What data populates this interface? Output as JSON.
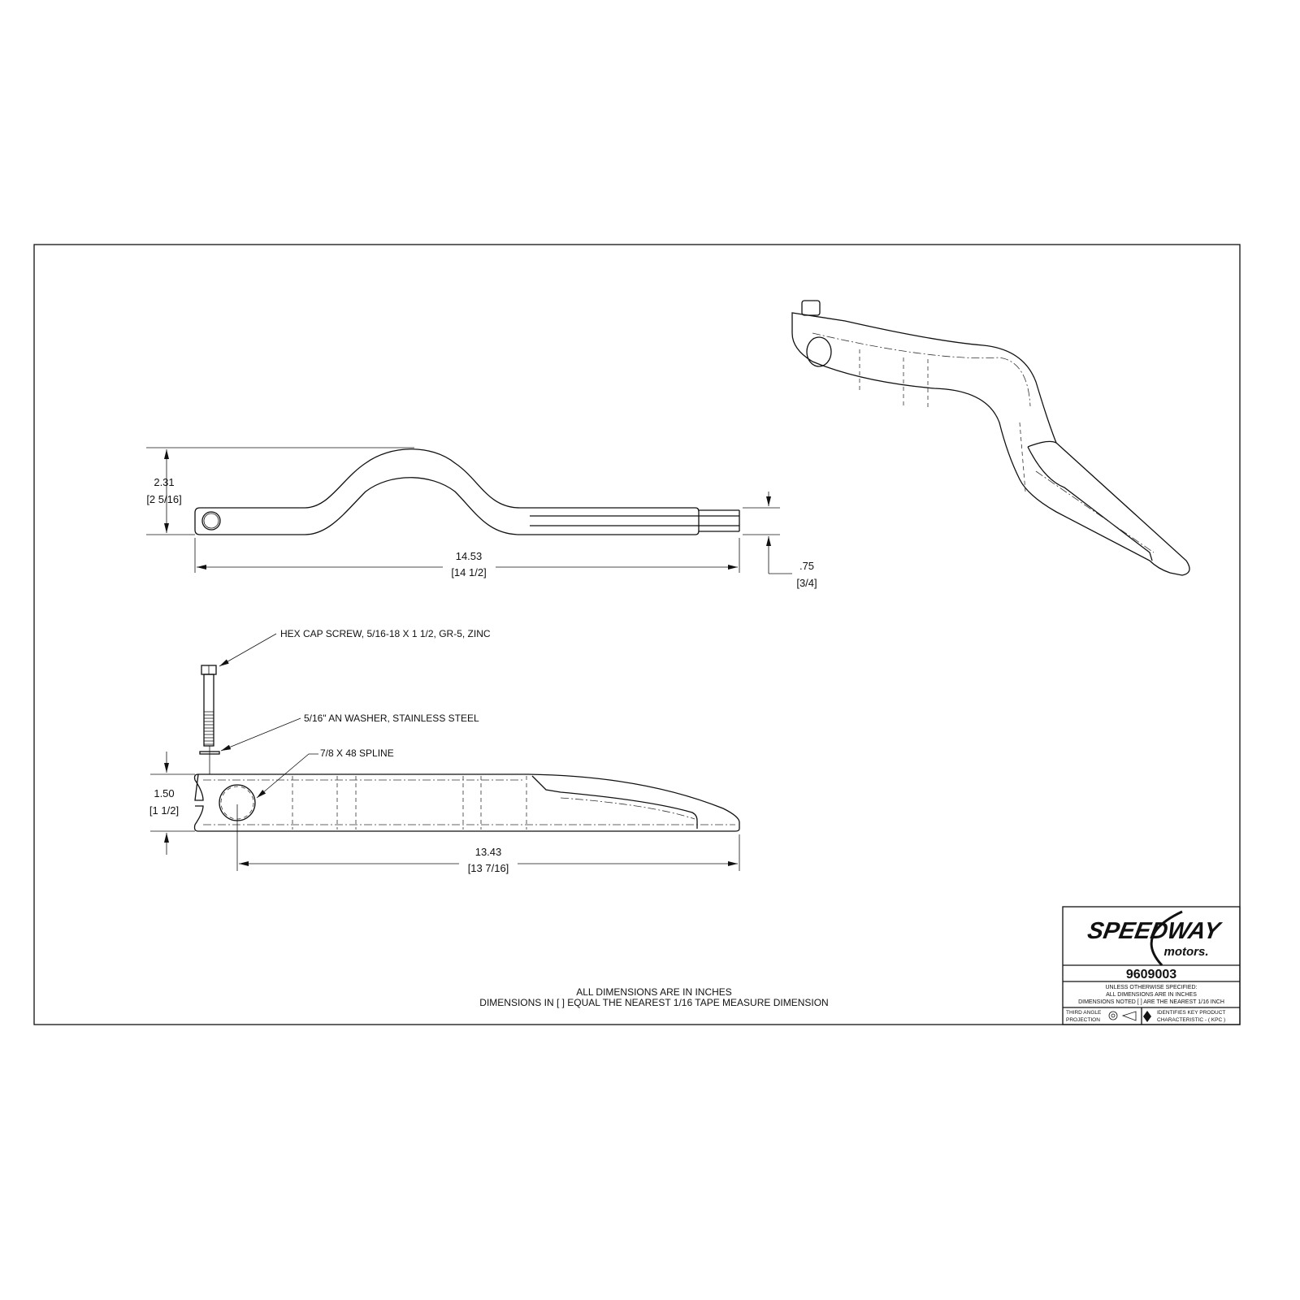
{
  "top_view": {
    "height_dim": "2.31",
    "height_frac": "[2 5/16]",
    "length_dim": "14.53",
    "length_frac": "[14 1/2]",
    "thickness_dim": ".75",
    "thickness_frac": "[3/4]"
  },
  "side_view": {
    "callouts": [
      "HEX CAP SCREW, 5/16-18 X 1 1/2, GR-5, ZINC",
      "5/16\" AN WASHER, STAINLESS STEEL",
      "7/8 X 48 SPLINE"
    ],
    "height_dim": "1.50",
    "height_frac": "[1 1/2]",
    "length_dim": "13.43",
    "length_frac": "[13 7/16]"
  },
  "notes": [
    "ALL DIMENSIONS ARE IN INCHES",
    "DIMENSIONS IN [ ] EQUAL THE NEAREST 1/16 TAPE MEASURE DIMENSION"
  ],
  "title_block": {
    "logo_main": "SPEEDWAY",
    "logo_sub": "motors.",
    "part_number": "9609003",
    "spec_lines": [
      "UNLESS OTHERWISE SPECIFIED:",
      "ALL DIMENSIONS ARE IN INCHES",
      "DIMENSIONS NOTED [ ] ARE THE NEAREST  1/16 INCH"
    ],
    "projection": [
      "THIRD ANGLE",
      "PROJECTION"
    ],
    "kpc": [
      "IDENTIFIES KEY PRODUCT",
      "CHARACTERISTIC - ( KPC )"
    ]
  }
}
